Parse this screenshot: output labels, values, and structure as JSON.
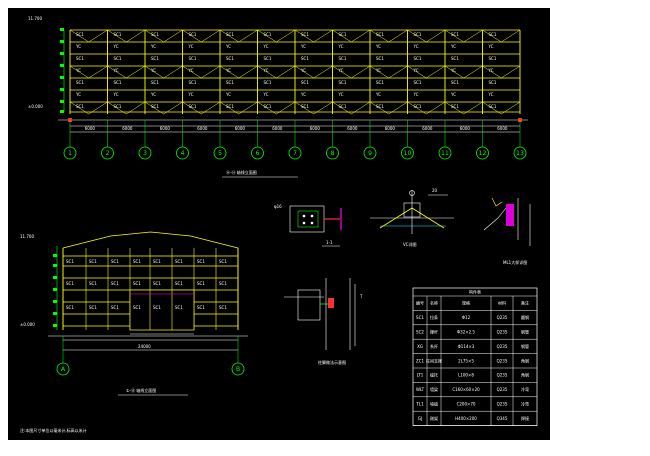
{
  "drawing": {
    "elev_top": "11.700",
    "elev_base": "±0.000",
    "long_title": "Ⓐ-Ⓗ 轴线立面图",
    "cross_title": "①-⑬ 轴线立面图",
    "section_label": "1-1",
    "detail_vc": "VC详图",
    "detail_ml": "ML1大样详图",
    "detail_col": "柱脚做法示意图",
    "footer_note": "注:本图尺寸单位以毫米计,标高以米计"
  },
  "grid_long": [
    "1",
    "2",
    "3",
    "4",
    "5",
    "6",
    "7",
    "8",
    "9",
    "10",
    "11",
    "12",
    "13"
  ],
  "grid_cross": [
    "A",
    "B"
  ],
  "table": {
    "title": "构件表",
    "headers": [
      "编号",
      "名称",
      "规格",
      "材料",
      "备注"
    ],
    "rows": [
      [
        "SC1",
        "拉条",
        "Φ12",
        "Q235",
        "圆钢"
      ],
      [
        "SC2",
        "撑杆",
        "Φ32×2.5",
        "Q235",
        "钢管"
      ],
      [
        "XG",
        "系杆",
        "Φ114×3",
        "Q235",
        "钢管"
      ],
      [
        "ZC1",
        "柱间支撑",
        "2L75×5",
        "Q235",
        "角钢"
      ],
      [
        "LT1",
        "檩托",
        "L100×8",
        "Q235",
        "角钢"
      ],
      [
        "WLT",
        "墙梁",
        "C160×60×20",
        "Q235",
        "冷弯"
      ],
      [
        "TL1",
        "墙檩",
        "C200×70",
        "Q235",
        "冷弯"
      ],
      [
        "GJ",
        "刚架",
        "H400×200",
        "Q345",
        "焊接"
      ]
    ]
  },
  "colors": {
    "frame": "#ffff00",
    "grid": "#00ff00",
    "line": "#ffffff",
    "red": "#ff3030",
    "cyan": "#00ffff",
    "mag": "#ff00ff"
  }
}
